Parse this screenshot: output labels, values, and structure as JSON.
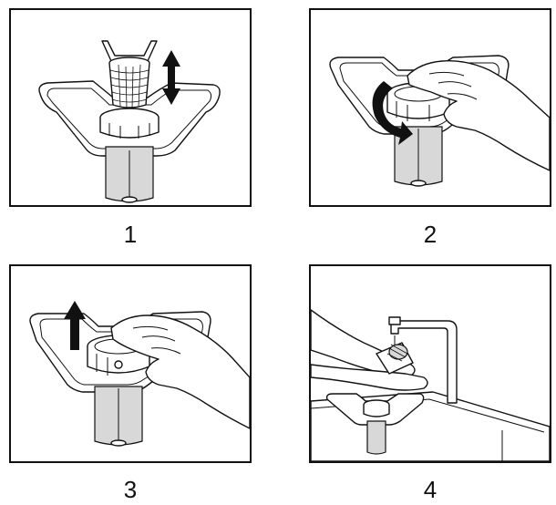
{
  "steps": [
    {
      "number": "1",
      "arrow": "up-down-arrow-icon"
    },
    {
      "number": "2",
      "arrow": "rotate-arrow-icon"
    },
    {
      "number": "3",
      "arrow": "up-arrow-icon"
    },
    {
      "number": "4",
      "arrow": ""
    }
  ],
  "colors": {
    "line": "#111111",
    "background": "#ffffff",
    "filter_body": "#d8d8d8"
  }
}
